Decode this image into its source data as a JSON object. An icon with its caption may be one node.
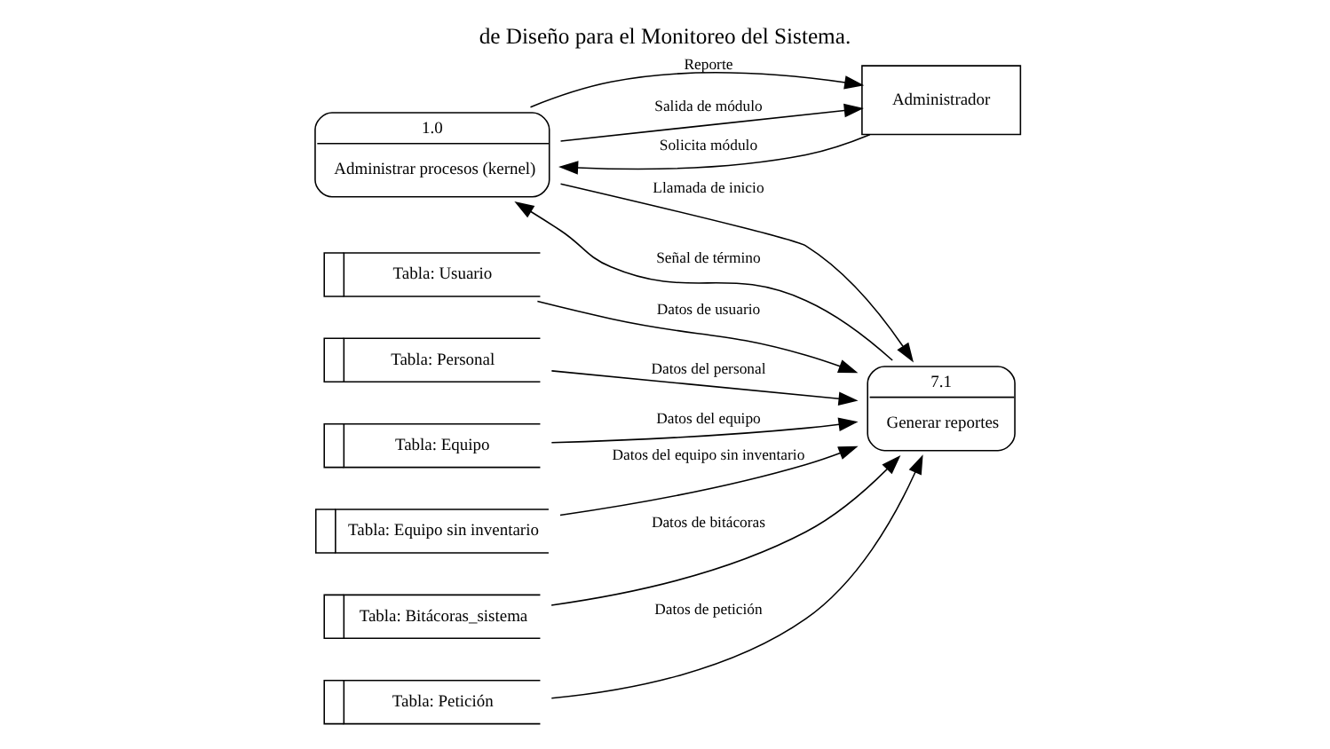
{
  "diagram": {
    "title": "de Diseño para el Monitoreo del Sistema.",
    "nodes": [
      {
        "text": [
          "1.0",
          "Administrar procesos (kernel)"
        ]
      },
      {
        "text": [
          "Administrador"
        ]
      },
      {
        "text": [
          "7.1",
          "Generar reportes"
        ]
      },
      {
        "text": [
          "Tabla: Usuario"
        ]
      },
      {
        "text": [
          "Tabla: Personal"
        ]
      },
      {
        "text": [
          "Tabla: Equipo"
        ]
      },
      {
        "text": [
          "Tabla: Equipo sin inventario"
        ]
      },
      {
        "text": [
          "Tabla: Bitácoras_sistema"
        ]
      },
      {
        "text": [
          "Tabla: Petición"
        ]
      }
    ],
    "edges": [
      {
        "from": 1,
        "to": 0,
        "arrow": "to",
        "label": "Solicita módulo"
      },
      {
        "from": 0,
        "to": 1,
        "arrow": "to",
        "label": "Reporte"
      },
      {
        "from": 0,
        "to": 1,
        "arrow": "to",
        "label": "Salida de módulo"
      },
      {
        "from": 0,
        "to": 2,
        "arrow": "to",
        "label": "Llamada de inicio"
      },
      {
        "from": 2,
        "to": 0,
        "arrow": "to",
        "label": "Señal de término"
      },
      {
        "from": 3,
        "to": 2,
        "arrow": "to",
        "label": "Datos de usuario"
      },
      {
        "from": 4,
        "to": 2,
        "arrow": "to",
        "label": "Datos del personal"
      },
      {
        "from": 5,
        "to": 2,
        "arrow": "to",
        "label": "Datos del equipo"
      },
      {
        "from": 6,
        "to": 2,
        "arrow": "to",
        "label": "Datos del equipo sin inventario"
      },
      {
        "from": 7,
        "to": 2,
        "arrow": "to",
        "label": "Datos de bitácoras"
      },
      {
        "from": 8,
        "to": 2,
        "arrow": "to",
        "label": "Datos de petición"
      }
    ]
  }
}
